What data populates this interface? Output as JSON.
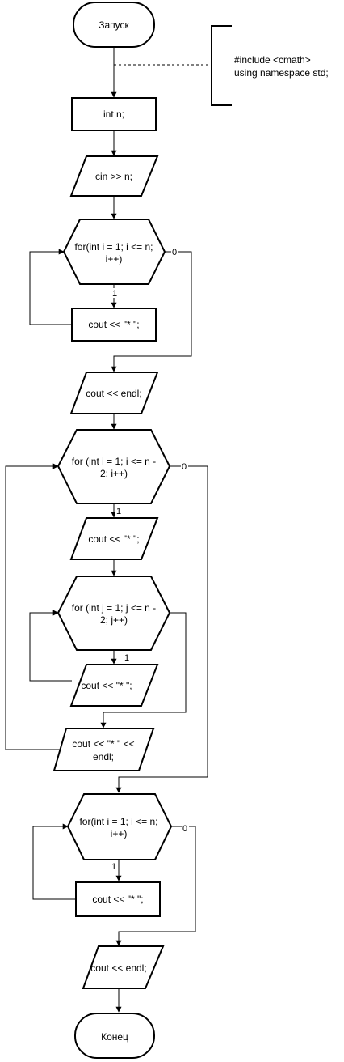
{
  "nodes": {
    "start": "Запуск",
    "decl": "int n;",
    "input": "cin >> n;",
    "loop1_a": "for(int i = 1; i <= n;",
    "loop1_b": "i++)",
    "out1": "cout << \"* \";",
    "endl1": "cout << endl;",
    "loop2_a": "for (int i = 1; i <= n -",
    "loop2_b": "2; i++)",
    "out2": "cout << \"* \";",
    "loop3_a": "for (int j = 1; j <= n -",
    "loop3_b": "2; j++)",
    "out3": "cout << \"* \";",
    "out4_a": "cout << \"* \" <<",
    "out4_b": "endl;",
    "loop4_a": "for(int i = 1; i <= n;",
    "loop4_b": "i++)",
    "out5": "cout << \"* \";",
    "endl2": "cout << endl;",
    "end": "Конец"
  },
  "comment": {
    "line1": "#include <cmath>",
    "line2": "using namespace std;"
  },
  "edge_labels": {
    "yes": "1",
    "no": "0"
  }
}
